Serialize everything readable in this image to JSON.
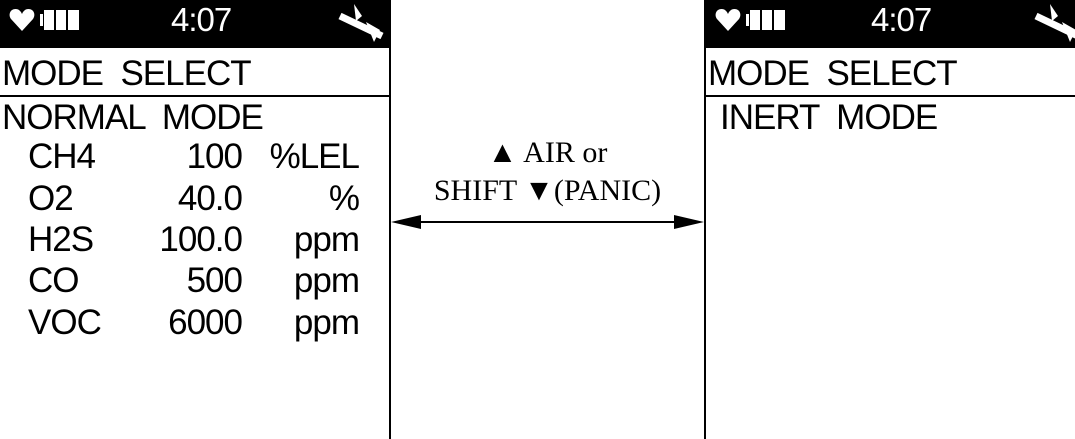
{
  "colors": {
    "status_bar_bg": "#000000",
    "status_bar_fg": "#ffffff",
    "foreground": "#000000",
    "background": "#ffffff"
  },
  "icons": {
    "heart": "heart-icon",
    "battery": "battery-icon",
    "fan": "fan-icon"
  },
  "left_screen": {
    "status_bar": {
      "time": "4:07"
    },
    "title": "MODE  SELECT",
    "mode": "NORMAL  MODE",
    "sensors": [
      {
        "name": "CH4",
        "value": "100",
        "unit": "%LEL"
      },
      {
        "name": "O2",
        "value": "40.0",
        "unit": "%"
      },
      {
        "name": "H2S",
        "value": "100.0",
        "unit": "ppm"
      },
      {
        "name": "CO",
        "value": "500",
        "unit": "ppm"
      },
      {
        "name": "VOC",
        "value": "6000",
        "unit": "ppm"
      }
    ]
  },
  "transition": {
    "line1": "▲ AIR or",
    "line2": "SHIFT ▼(PANIC)"
  },
  "right_screen": {
    "status_bar": {
      "time": "4:07"
    },
    "title": "MODE  SELECT",
    "mode": "INERT  MODE"
  }
}
